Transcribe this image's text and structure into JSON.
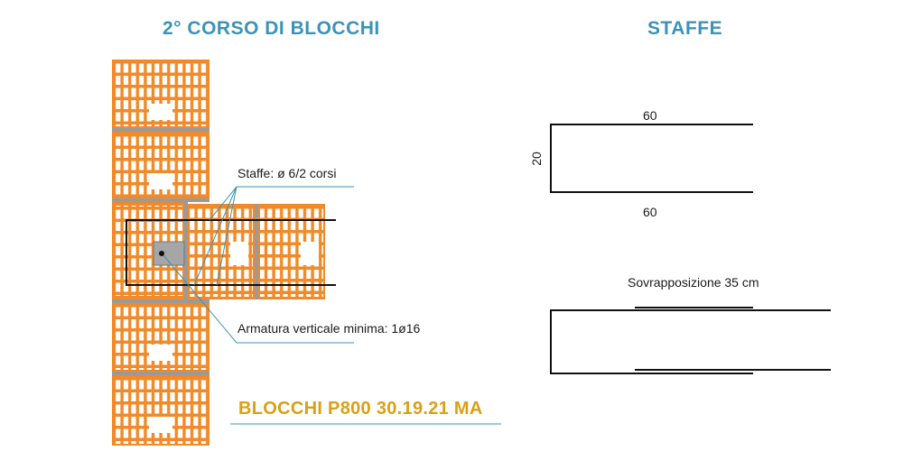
{
  "titles": {
    "left": "2° CORSO DI BLOCCHI",
    "right": "STAFFE"
  },
  "annotations": {
    "staffe": "Staffe: ø 6/2 corsi",
    "armatura": "Armatura verticale minima: 1ø16"
  },
  "block_name": "BLOCCHI P800 30.19.21 MA",
  "stirrup_top": {
    "length_top": "60",
    "height": "20",
    "length_bottom": "60"
  },
  "stirrup_bottom": {
    "overlap_label": "Sovrapposizione 35 cm"
  },
  "colors": {
    "block_fill": "#f08a2a",
    "block_hole": "#ffffff",
    "mortar": "#9a9a9a",
    "title": "#3a93b8",
    "leader": "#3a93b8",
    "block_label": "#d9a017"
  }
}
